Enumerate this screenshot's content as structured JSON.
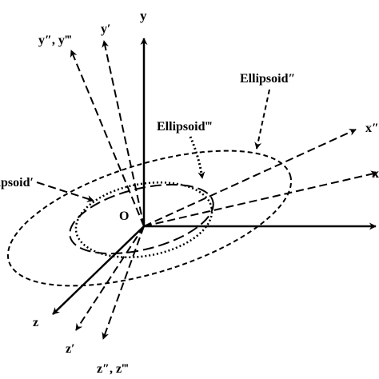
{
  "labels": {
    "y": "y",
    "y_prime": "y′",
    "y_double_triple": "y″, y‴",
    "x_double": "x″",
    "x_prime": "x′",
    "z": "z",
    "z_prime": "z′",
    "z_double_triple": "z″, z‴",
    "origin": "O",
    "ellipsoid_double": "Ellipsoid″",
    "ellipsoid_triple": "Ellipsoid‴",
    "ellipsoid_prime": "Ellipsoid′"
  },
  "colors": {
    "stroke": "#000000",
    "background": "#ffffff"
  }
}
